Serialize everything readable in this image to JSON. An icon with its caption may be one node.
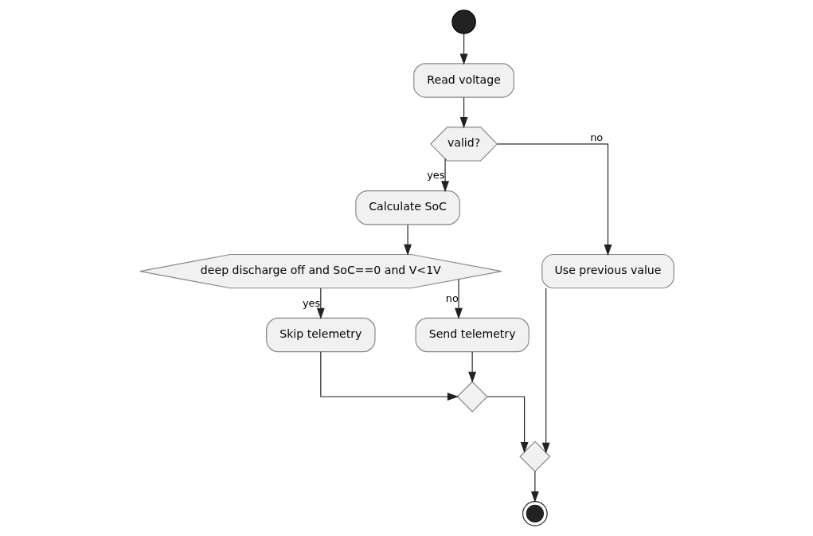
{
  "diagram": {
    "nodes": [
      {
        "text": [],
        "shape": "circle"
      },
      {
        "text": [
          "Read voltage"
        ]
      },
      {
        "text": [
          "valid?"
        ]
      },
      {
        "text": [
          "Calculate SoC"
        ]
      },
      {
        "text": [
          "Use previous value"
        ]
      },
      {
        "text": [
          "deep discharge off and SoC==0 and V<1V"
        ]
      },
      {
        "text": [
          "Skip telemetry"
        ]
      },
      {
        "text": [
          "Send telemetry"
        ]
      },
      {
        "text": [],
        "shape": "diamond"
      },
      {
        "text": [],
        "shape": "diamond"
      },
      {
        "text": [],
        "shape": "circle"
      }
    ],
    "edges": [
      {
        "from": 0,
        "to": 1,
        "arrow": "to"
      },
      {
        "from": 1,
        "to": 2,
        "arrow": "to"
      },
      {
        "from": 2,
        "to": 3,
        "arrow": "to",
        "label": "yes"
      },
      {
        "from": 2,
        "to": 4,
        "arrow": "to",
        "label": "no"
      },
      {
        "from": 3,
        "to": 5,
        "arrow": "to"
      },
      {
        "from": 5,
        "to": 6,
        "arrow": "to",
        "label": "yes"
      },
      {
        "from": 5,
        "to": 7,
        "arrow": "to",
        "label": "no"
      },
      {
        "from": 6,
        "to": 8,
        "arrow": "to"
      },
      {
        "from": 7,
        "to": 8,
        "arrow": "to"
      },
      {
        "from": 8,
        "to": 9,
        "arrow": "to"
      },
      {
        "from": 4,
        "to": 9,
        "arrow": "to"
      },
      {
        "from": 9,
        "to": 10,
        "arrow": "to"
      }
    ]
  }
}
